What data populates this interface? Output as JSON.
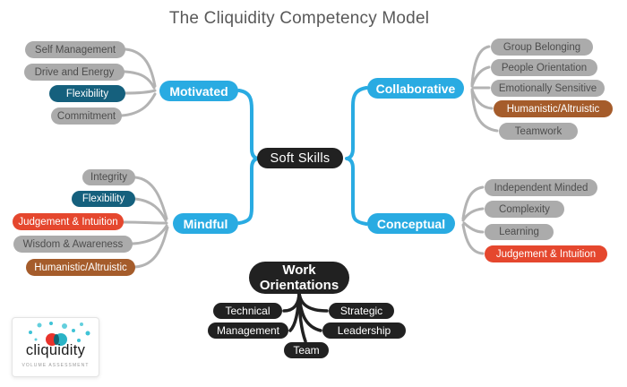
{
  "title": "The Cliquidity Competency Model",
  "palette": {
    "accent_blue": "#29abe2",
    "dark": "#212121",
    "gray_node": "#ababab",
    "gray_node_text": "#4d4d4d",
    "dark_teal": "#15607d",
    "red": "#e5472e",
    "brown": "#a55c2b",
    "connector_gray": "#b3b3b3",
    "title_text": "#595959",
    "logo_red": "#e8332c",
    "logo_teal": "#2ab3c6"
  },
  "center": {
    "label": "Soft Skills"
  },
  "branches": {
    "motivated": {
      "label": "Motivated",
      "items": [
        {
          "label": "Self Management",
          "variant": "gray"
        },
        {
          "label": "Drive and Energy",
          "variant": "gray"
        },
        {
          "label": "Flexibility",
          "variant": "teal"
        },
        {
          "label": "Commitment",
          "variant": "gray"
        }
      ]
    },
    "collaborative": {
      "label": "Collaborative",
      "items": [
        {
          "label": "Group Belonging",
          "variant": "gray"
        },
        {
          "label": "People Orientation",
          "variant": "gray"
        },
        {
          "label": "Emotionally Sensitive",
          "variant": "gray"
        },
        {
          "label": "Humanistic/Altruistic",
          "variant": "brown"
        },
        {
          "label": "Teamwork",
          "variant": "gray"
        }
      ]
    },
    "mindful": {
      "label": "Mindful",
      "items": [
        {
          "label": "Integrity",
          "variant": "gray"
        },
        {
          "label": "Flexibility",
          "variant": "teal"
        },
        {
          "label": "Judgement & Intuition",
          "variant": "red"
        },
        {
          "label": "Wisdom & Awareness",
          "variant": "gray"
        },
        {
          "label": "Humanistic/Altruistic",
          "variant": "brown"
        }
      ]
    },
    "conceptual": {
      "label": "Conceptual",
      "items": [
        {
          "label": "Independent Minded",
          "variant": "gray"
        },
        {
          "label": "Complexity",
          "variant": "gray"
        },
        {
          "label": "Learning",
          "variant": "gray"
        },
        {
          "label": "Judgement & Intuition",
          "variant": "red"
        }
      ]
    }
  },
  "work_orientations": {
    "label": "Work Orientations",
    "items": [
      "Technical",
      "Strategic",
      "Management",
      "Leadership",
      "Team"
    ]
  },
  "logo": {
    "brand": "cliquidity",
    "tagline": "VOLUME ASSESSMENT"
  }
}
